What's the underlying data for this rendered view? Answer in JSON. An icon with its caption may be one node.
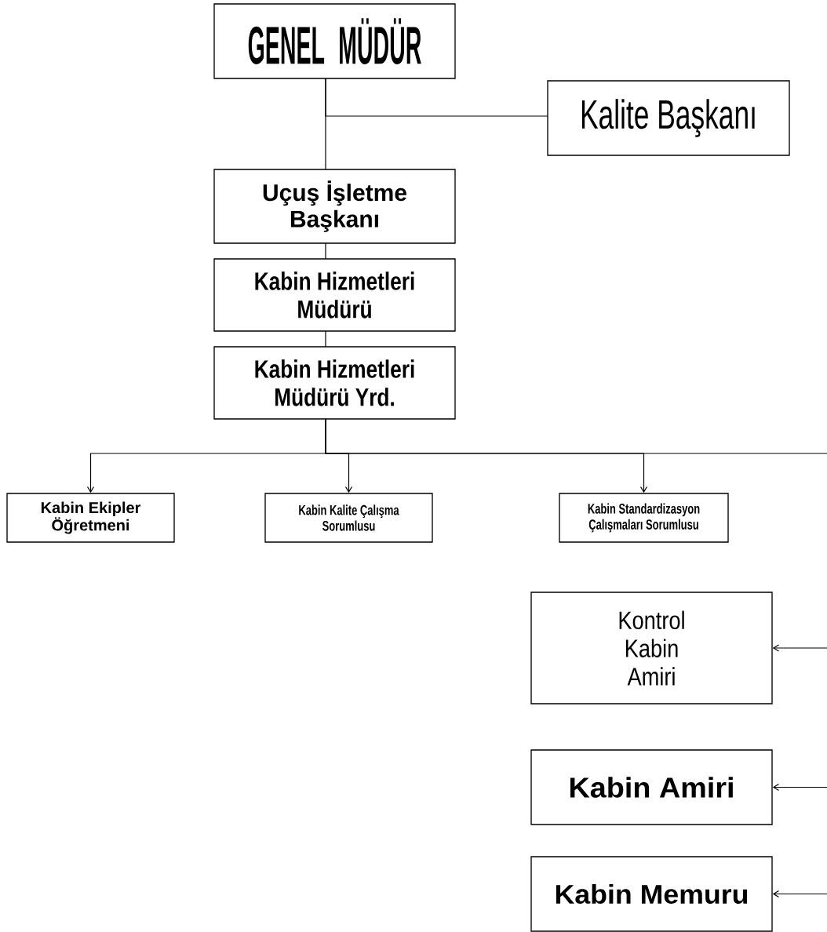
{
  "diagram": {
    "nodes": [
      {
        "text": [
          "GENEL MÜDÜR"
        ]
      },
      {
        "text": [
          "Kalite Başkanı"
        ]
      },
      {
        "text": [
          "Uçuş İşletme Başkanı"
        ]
      },
      {
        "text": [
          "Kabin Hizmetleri Müdürü"
        ]
      },
      {
        "text": [
          "Kabin Hizmetleri Müdürü Yrd."
        ]
      },
      {
        "text": [
          "Kabin Ekipler Öğretmeni"
        ]
      },
      {
        "text": [
          "Kabin Kalite Çalışma Sorumlusu"
        ]
      },
      {
        "text": [
          "Kabin Standardizasyon Çalışmaları Sorumlusu"
        ]
      },
      {
        "text": [
          "Kontrol Kabin Amiri"
        ]
      },
      {
        "text": [
          "Kabin Amiri"
        ]
      },
      {
        "text": [
          "Kabin Memuru"
        ]
      }
    ],
    "edges": [
      {
        "from": 0,
        "to": 2,
        "arrow": "none"
      },
      {
        "from": 0,
        "to": 1,
        "arrow": "none"
      },
      {
        "from": 2,
        "to": 3,
        "arrow": "none"
      },
      {
        "from": 3,
        "to": 4,
        "arrow": "none"
      },
      {
        "from": 4,
        "to": 5,
        "arrow": "to"
      },
      {
        "from": 4,
        "to": 6,
        "arrow": "to"
      },
      {
        "from": 4,
        "to": 7,
        "arrow": "to"
      },
      {
        "from": null,
        "to": 8,
        "arrow": "to"
      },
      {
        "from": null,
        "to": 9,
        "arrow": "to"
      },
      {
        "from": null,
        "to": 10,
        "arrow": "to"
      }
    ]
  }
}
